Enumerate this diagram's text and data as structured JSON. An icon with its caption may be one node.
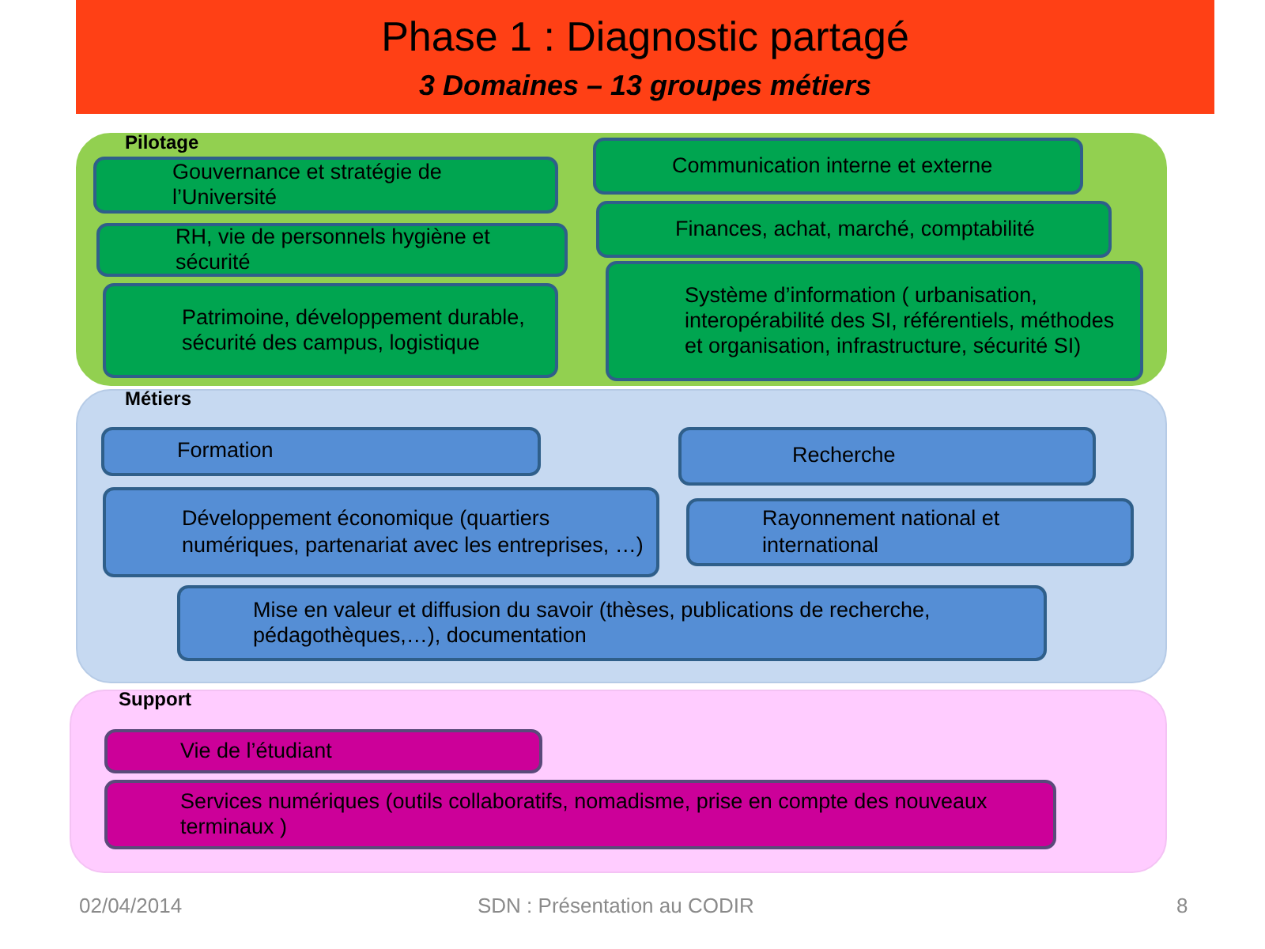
{
  "diagram": {
    "title": "Phase 1 : Diagnostic partagé",
    "nodes": [
      {
        "text": [
          "Pilotage"
        ]
      },
      {
        "text": [
          "Gouvernance et stratégie de l’Université"
        ],
        "in": 0
      },
      {
        "text": [
          "Communication interne et externe"
        ],
        "in": 0
      },
      {
        "text": [
          "RH, vie de personnels hygiène et sécurité"
        ],
        "in": 0
      },
      {
        "text": [
          "Finances, achat, marché, comptabilité"
        ],
        "in": 0
      },
      {
        "text": [
          "Patrimoine, développement durable, sécurité des campus, logistique"
        ],
        "in": 0
      },
      {
        "text": [
          "Système d’information ( urbanisation, interopérabilité des SI, référentiels, méthodes et organisation, infrastructure, sécurité SI)"
        ],
        "in": 0
      },
      {
        "text": [
          "Métiers"
        ]
      },
      {
        "text": [
          "Formation"
        ],
        "in": 7
      },
      {
        "text": [
          "Recherche"
        ],
        "in": 7
      },
      {
        "text": [
          "Développement économique (quartiers numériques, partenariat avec les entreprises, …)"
        ],
        "in": 7
      },
      {
        "text": [
          "Rayonnement national et international"
        ],
        "in": 7
      },
      {
        "text": [
          "Mise en valeur et diffusion du savoir (thèses, publications de recherche, pédagothèques,…), documentation"
        ],
        "in": 7
      },
      {
        "text": [
          "Support"
        ]
      },
      {
        "text": [
          "Vie de l’étudiant"
        ],
        "in": 13
      },
      {
        "text": [
          "Services numériques (outils collaboratifs, nomadisme, prise en compte des nouveaux terminaux )"
        ],
        "in": 13
      }
    ],
    "labels": [
      "3 Domaines – 13 groupes métiers",
      "02/04/2014",
      "SDN : Présentation au CODIR",
      "8"
    ]
  }
}
